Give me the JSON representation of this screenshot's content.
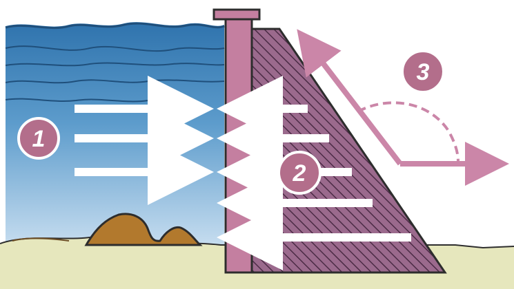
{
  "markers": {
    "one": "1",
    "two": "2",
    "three": "3"
  },
  "colors": {
    "water_top": "#2f73ad",
    "water_bottom": "#b9d2e6",
    "dam_core": "#c47fa0",
    "dam_hatch_bg": "#8a5b7c",
    "dam_hatch_line": "#4b2b45",
    "ground": "#e6e7bd",
    "rock": "#b2792d",
    "marker_bg": "#b36e8b",
    "arrow_pink": "#cb86a8",
    "arrow_white": "#ffffff"
  }
}
